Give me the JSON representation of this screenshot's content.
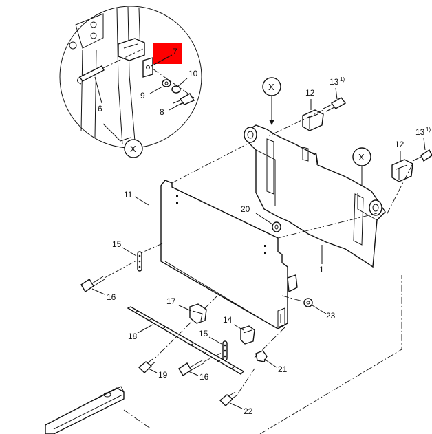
{
  "diagram": {
    "highlight_color": "#ff0000",
    "detail_marker": "X",
    "callouts": {
      "c1": "1",
      "c6": "6",
      "c7": "7",
      "c8": "8",
      "c9": "9",
      "c10": "10",
      "c11": "11",
      "c12a": "12",
      "c12b": "12",
      "c13a": "13",
      "c13b": "13",
      "c13a_note": "1)",
      "c13b_note": "1)",
      "c14": "14",
      "c15a": "15",
      "c15b": "15",
      "c16a": "16",
      "c16b": "16",
      "c17": "17",
      "c18": "18",
      "c19": "19",
      "c20": "20",
      "c21": "21",
      "c22": "22",
      "c23": "23"
    }
  }
}
